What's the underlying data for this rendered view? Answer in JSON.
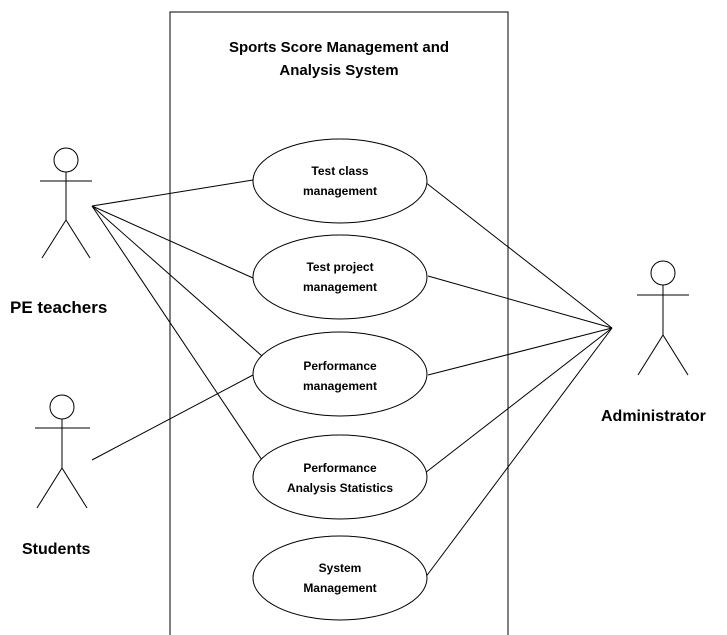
{
  "system": {
    "title_line1": "Sports Score Management and",
    "title_line2": "Analysis System"
  },
  "actors": {
    "pe_teachers": "PE teachers",
    "students": "Students",
    "administrator": "Administrator"
  },
  "use_cases": {
    "test_class": {
      "line1": "Test class",
      "line2": "management"
    },
    "test_project": {
      "line1": "Test project",
      "line2": "management"
    },
    "performance_management": {
      "line1": "Performance",
      "line2": "management"
    },
    "performance_analysis": {
      "line1": "Performance",
      "line2": "Analysis Statistics"
    },
    "system_management": {
      "line1": "System",
      "line2": "Management"
    }
  }
}
